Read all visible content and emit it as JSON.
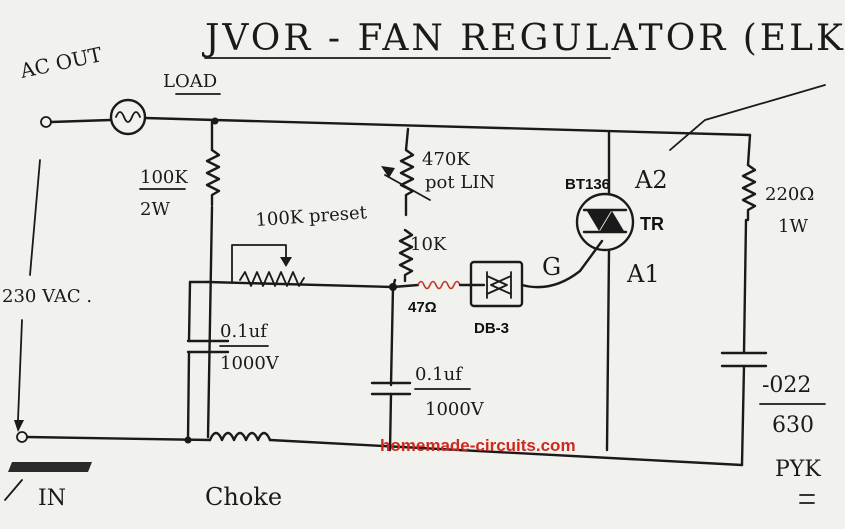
{
  "title": "JVOR - FAN REGULATOR (ELKOR)",
  "watermark": "homemade-circuits.com",
  "labels": {
    "ac_out": "AC OUT",
    "load": "LOAD",
    "ac_in": "IN",
    "supply": "230 VAC .",
    "r_100k": "100K",
    "r_100k_power": "2W",
    "preset": "100K preset",
    "pot": "470K",
    "pot_note": "pot LIN",
    "r_10k": "10K",
    "r_47": "47Ω",
    "diac": "DB-3",
    "gate": "G",
    "triac": "BT136",
    "triac_tag": "TR",
    "a2": "A2",
    "a1": "A1",
    "c1_value": "0.1uf",
    "c1_voltage": "1000V",
    "c2_value": "0.1uf",
    "c2_voltage": "1000V",
    "r_snub": "220Ω",
    "r_snub_power": "1W",
    "c_snub": "-022",
    "c_snub_voltage": "630",
    "c_snub_type": "PYK",
    "choke": "Choke"
  },
  "colors": {
    "ink": "#1a1a1a",
    "watermark": "#d0281e",
    "background": "#f1f1ee"
  }
}
